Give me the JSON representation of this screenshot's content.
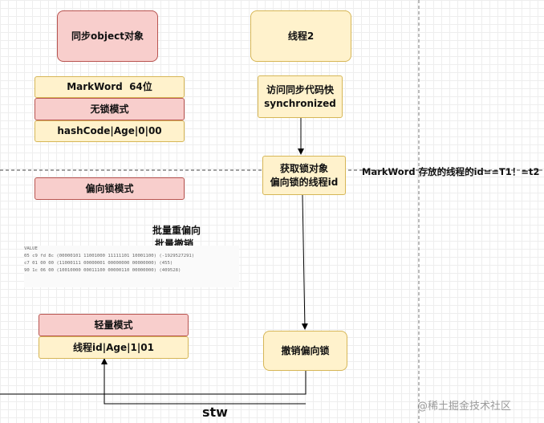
{
  "left": {
    "sync_object": "同步object对象",
    "markword": "MarkWord  64位",
    "no_lock": "无锁模式",
    "hashcode": "hashCode|Age|0|00",
    "biased_mode": "偏向锁模式",
    "lightweight": "轻量模式",
    "thread_id_row": "线程id|Age|1|01"
  },
  "right": {
    "thread2": "线程2",
    "access": "访问同步代码快\nsynchronized",
    "get_lock": "获取锁对象\n偏向锁的线程id",
    "revoke": "撤销偏向锁"
  },
  "annotations": {
    "markword_check": "MarkWord 存放的线程的id==T1！=t2",
    "batch_rebias": "批量重偏向",
    "batch_revoke": "批量撤销",
    "stw": "stw",
    "watermark": "@稀土掘金技术社区"
  },
  "memory_dump": {
    "header": "VALUE",
    "rows": [
      "05 c9 fd 8c (00000101 11001000 11111101 10001100) (-1929527291)",
      "c7 01 00 00 (11000111 00000001 00000000 00000000) (455)",
      "90 1c 06 00 (10010000 00011100 00000110 00000000) (409528)"
    ]
  },
  "colors": {
    "pink_fill": "#f8cecc",
    "pink_stroke": "#b85450",
    "yellow_fill": "#fff2cc",
    "yellow_stroke": "#d6b656"
  }
}
